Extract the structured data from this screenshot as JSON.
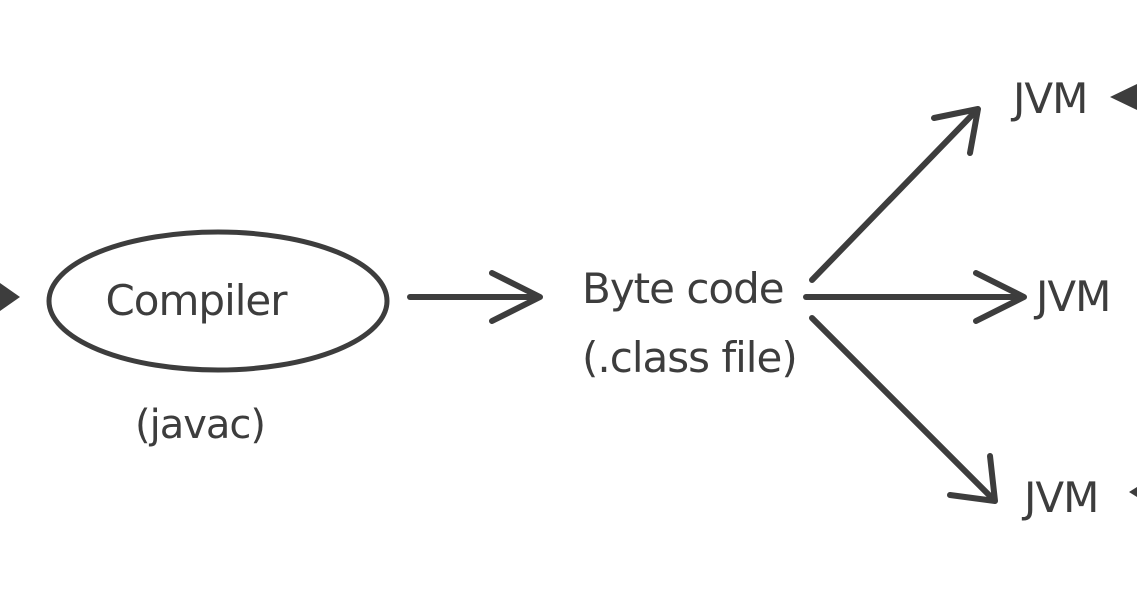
{
  "colors": {
    "ink": "#3d3d3d",
    "background": "#ffffff"
  },
  "diagram": {
    "compiler": {
      "label": "Compiler",
      "sublabel": "(javac)"
    },
    "bytecode": {
      "line1": "Byte code",
      "line2": "(.class file)"
    },
    "jvms": [
      {
        "label": "JVM"
      },
      {
        "label": "JVM"
      },
      {
        "label": "JVM"
      }
    ]
  }
}
